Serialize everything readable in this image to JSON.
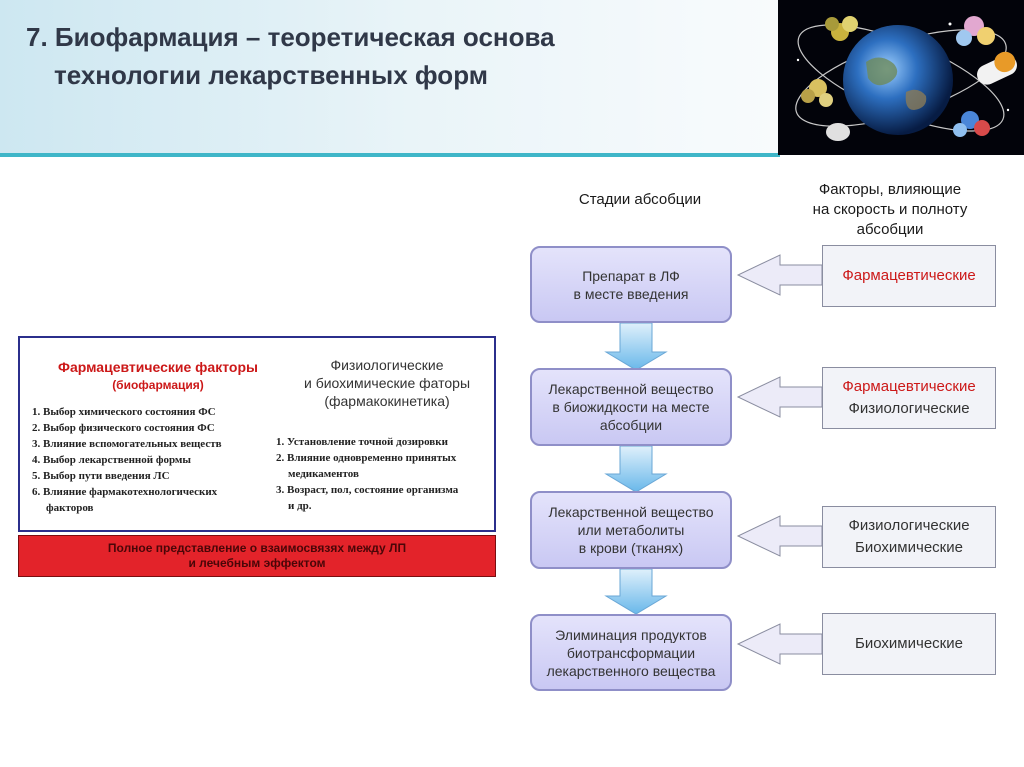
{
  "header": {
    "title_line1": "7. Биофармация – теоретическая основа",
    "title_line2": "технологии лекарственных форм"
  },
  "columns": {
    "stages_heading": "Стадии абсобции",
    "factors_heading_1": "Факторы, влияющие",
    "factors_heading_2": "на скорость и полноту",
    "factors_heading_3": "абсобции"
  },
  "stages": [
    {
      "line1": "Препарат в ЛФ",
      "line2": "в месте введения",
      "line3": ""
    },
    {
      "line1": "Лекарственной вещество",
      "line2": "в биожидкости на месте",
      "line3": "абсобции"
    },
    {
      "line1": "Лекарственной вещество",
      "line2": "или метаболиты",
      "line3": "в крови (тканях)"
    },
    {
      "line1": "Элиминация продуктов",
      "line2": "биотрансформации",
      "line3": "лекарственного вещества"
    }
  ],
  "factors": [
    {
      "red": "Фармацевтические",
      "gray": ""
    },
    {
      "red": "Фармацевтические",
      "gray": "Физиологические"
    },
    {
      "red": "",
      "gray": "Физиологические",
      "gray2": "Биохимические"
    },
    {
      "red": "",
      "gray": "Биохимические"
    }
  ],
  "left_panel": {
    "pharm_heading": "Фармацевтические факторы",
    "pharm_sub": "(биофармация)",
    "phys_heading_1": "Физиологические",
    "phys_heading_2": "и биохимические фаторы",
    "phys_sub": "(фармакокинетика)",
    "pharm_items": [
      "1. Выбор химического состояния ФС",
      "2. Выбор физического состояния ФС",
      "3. Влияние вспомогательных веществ",
      "4. Выбор лекарственной формы",
      "5. Выбор пути введения ЛС",
      "6. Влияние фармакотехнологических",
      "факторов"
    ],
    "phys_items": [
      "1. Установление точной дозировки",
      "2. Влияние одновременно принятых",
      "медикаментов",
      "3. Возраст, пол, состояние организма",
      "и др."
    ],
    "bar_line1": "Полное представление о взаимосвязях между ЛП",
    "bar_line2": "и лечебным эффектом"
  },
  "colors": {
    "accent_line": "#3fb6c8",
    "stage_fill": "#d6d5f7",
    "factor_red": "#cc1818",
    "bar_red": "#e3232a",
    "frame_blue": "#2b2f8c"
  }
}
